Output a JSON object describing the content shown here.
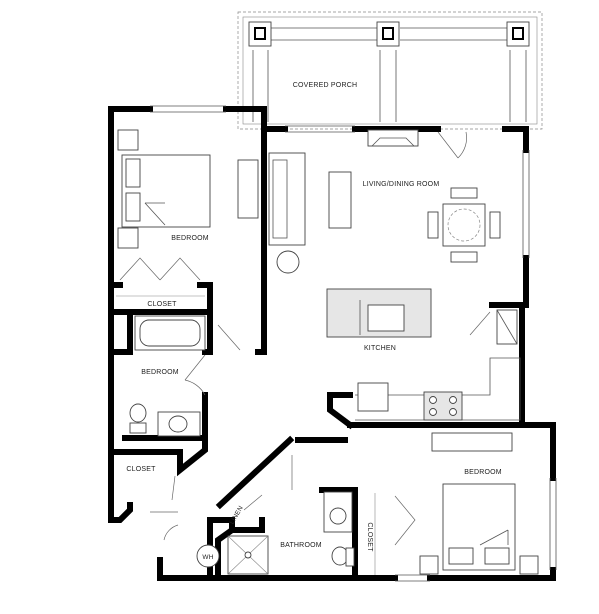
{
  "labels": {
    "covered_porch": "COVERED PORCH",
    "living_dining": "LIVING/DINING ROOM",
    "bedroom_1": "BEDROOM",
    "closet_1": "CLOSET",
    "bedroom_2": "BEDROOM",
    "kitchen": "KITCHEN",
    "closet_2": "CLOSET",
    "bedroom_3": "BEDROOM",
    "linen": "LINEN",
    "closet_3": "CLOSET",
    "bathroom": "BATHROOM",
    "wh": "WH"
  }
}
